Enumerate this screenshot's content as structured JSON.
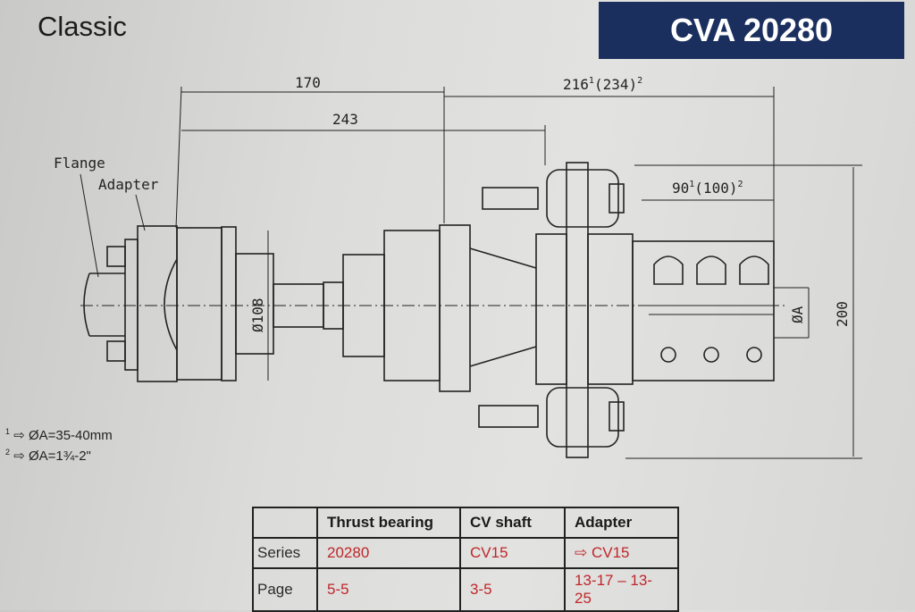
{
  "header": {
    "title": "Classic",
    "model": "CVA 20280"
  },
  "drawing": {
    "labels": {
      "flange": "Flange",
      "adapter": "Adapter"
    },
    "dimensions": {
      "d170": "170",
      "d243": "243",
      "d216": "216",
      "d216_sup": "1",
      "d234": "(234)",
      "d234_sup": "2",
      "d90": "90",
      "d90_sup": "1",
      "d100": "(100)",
      "d100_sup": "2",
      "d108": "Ø108",
      "dA": "ØA",
      "d200": "200"
    }
  },
  "notes": [
    {
      "sup": "1",
      "arrow": "⇨",
      "text": "ØA=35-40mm"
    },
    {
      "sup": "2",
      "arrow": "⇨",
      "text": "ØA=1¾-2\""
    }
  ],
  "table": {
    "headers": [
      "",
      "Thrust bearing",
      "CV shaft",
      "Adapter"
    ],
    "rows": [
      {
        "label": "Series",
        "values": [
          "20280",
          "CV15",
          "⇨ CV15"
        ]
      },
      {
        "label": "Page",
        "values": [
          "5-5",
          "3-5",
          "13-17 – 13-25"
        ]
      }
    ]
  },
  "colors": {
    "badge": "#1b2f5f",
    "values": "#c0262a"
  }
}
